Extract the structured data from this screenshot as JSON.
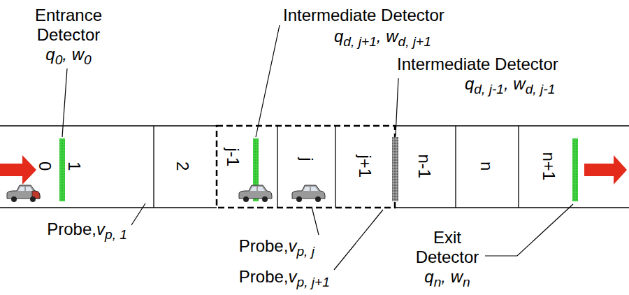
{
  "diagram": {
    "labels": [
      "Entrance Detector",
      "q0, w0",
      "Intermediate Detector",
      "qd, j+1, wd, j+1",
      "Intermediate Detector",
      "qd, j-1, wd, j-1",
      "0",
      "1",
      "2",
      "j-1",
      "j",
      "j+1",
      "n-1",
      "n",
      "n+1",
      "Probe,vp, 1",
      "Probe,vp, j",
      "Probe,vp, j+1",
      "Exit Detector",
      "qn, wn"
    ]
  }
}
